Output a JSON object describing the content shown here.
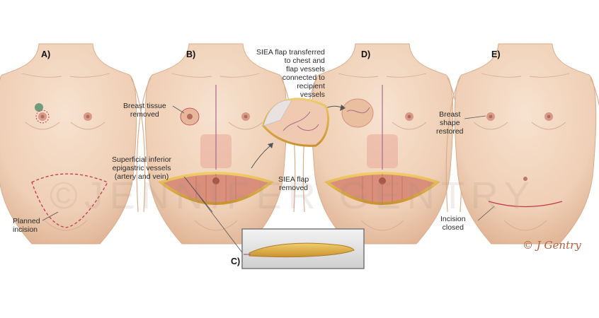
{
  "panels": [
    {
      "id": "A",
      "label": "A)"
    },
    {
      "id": "B",
      "label": "B)"
    },
    {
      "id": "C",
      "label": "C)"
    },
    {
      "id": "D",
      "label": "D)"
    },
    {
      "id": "E",
      "label": "E)"
    }
  ],
  "labels": {
    "planned_incision": [
      "Planned",
      "incision"
    ],
    "breast_tissue_removed": [
      "Breast tissue",
      "removed"
    ],
    "superficial_vessels": [
      "Superficial inferior",
      "epigastric vessels",
      "(artery and vein)"
    ],
    "flap_transferred": [
      "SIEA flap transferred",
      "to chest and",
      "flap vessels",
      "connected to",
      "recipient",
      "vessels"
    ],
    "flap_removed": [
      "SIEA flap",
      "removed"
    ],
    "breast_shape_restored": [
      "Breast",
      "shape",
      "restored"
    ],
    "incision_closed": [
      "Incision",
      "closed"
    ]
  },
  "watermark": "©JENNIFER GENTRY",
  "signature": "© J Gentry",
  "colors": {
    "skin": "#f2d6bf",
    "skin_shadow": "#d9ae90",
    "incision": "#c23a4a",
    "fat": "#e3b347",
    "muscle": "#d98f7c",
    "callout_line": "#555555"
  }
}
